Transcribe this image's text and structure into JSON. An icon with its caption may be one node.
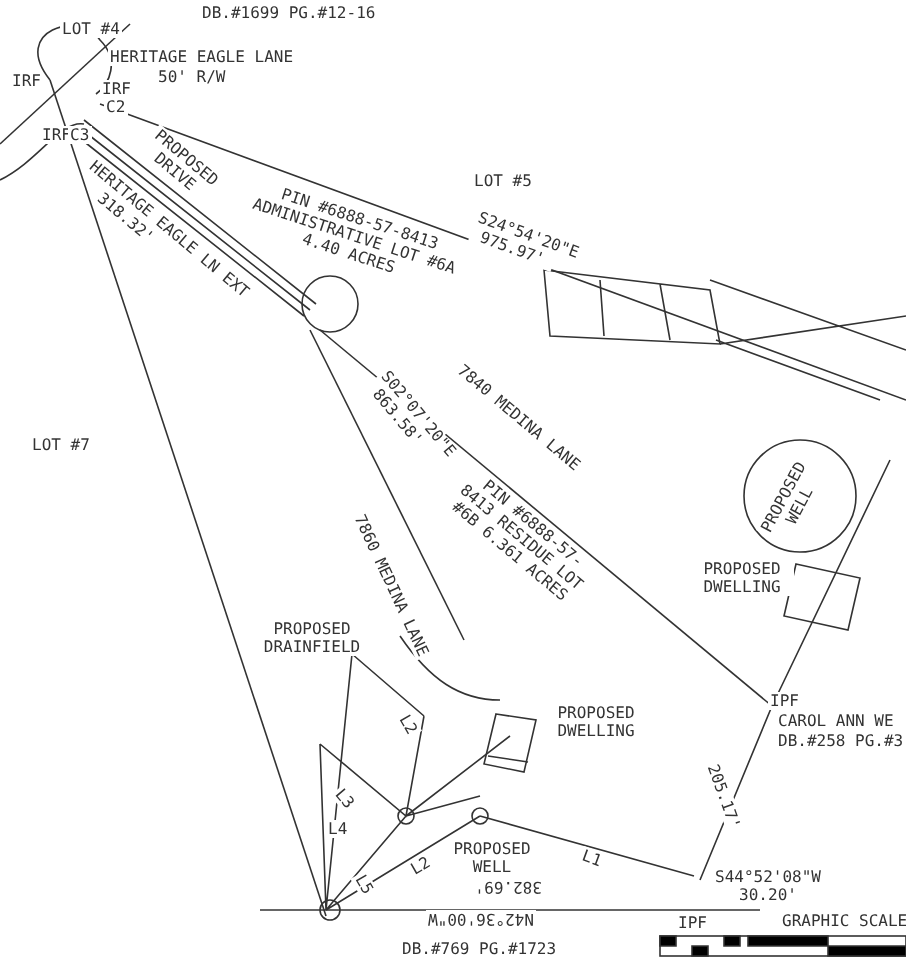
{
  "diagram": {
    "labels": [
      "DB.#1699 PG.#12-16",
      "LOT #4",
      "IRF",
      "IRF",
      "IRF",
      "C3",
      "C2",
      "HERITAGE EAGLE LANE",
      "50' R/W",
      "PROPOSED DRIVE",
      "HERITAGE EAGLE LN EXT",
      "318.32'",
      "PIN #6888-57-8413 ADMINISTRATIVE LOT #6A 4.40 ACRES",
      "LOT #5",
      "S24°54'20\"E 975.97'",
      "S02°07'20\"E 863.58'",
      "7840 MEDINA LANE",
      "LOT #7",
      "7860 MEDINA LANE",
      "PIN #6888-57-8413 RESIDUE LOT #6B 6.361 ACRES",
      "PROPOSED DWELLING",
      "PROPOSED WELL",
      "PROPOSED DRAINFIELD",
      "PROPOSED DWELLING",
      "PROPOSED WELL",
      "L1",
      "L2",
      "L3",
      "L4",
      "L5",
      "L2",
      "IPF",
      "CAROL ANN WE",
      "DB.#258 PG.#3",
      "205.17'",
      "S44°52'08\"W 30.20'",
      "IPF",
      "382.69'",
      "N42°36'00\"W",
      "DB.#769 PG.#1723",
      "GRAPHIC SCALE"
    ]
  }
}
